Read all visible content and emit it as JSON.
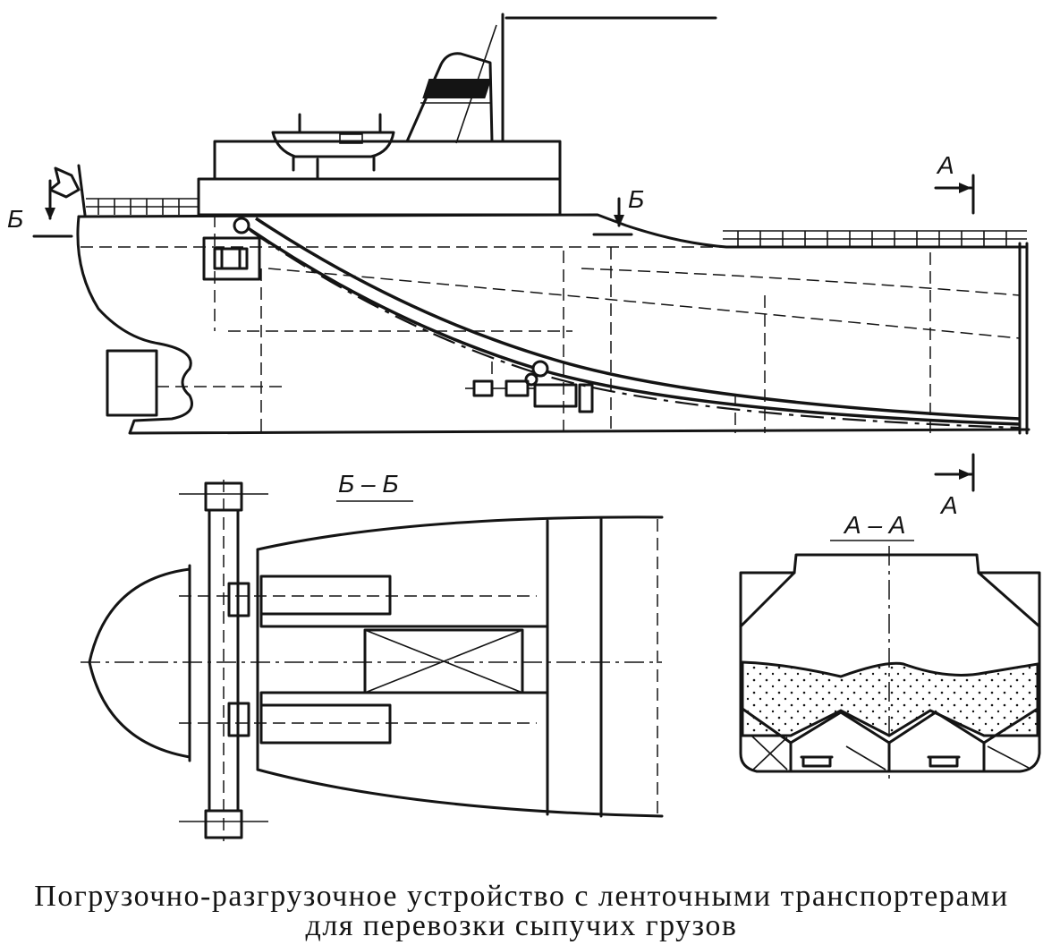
{
  "labels": {
    "section_b_top_left": "Б",
    "section_b_top_mid": "Б",
    "section_a_top": "А",
    "section_a_bottom": "А",
    "view_bb_title": "Б – Б",
    "view_aa_title": "А – А"
  },
  "caption": {
    "line1": "Погрузочно-разгрузочное устройство с ленточными транспортерами",
    "line2": "для перевозки сыпучих грузов"
  }
}
